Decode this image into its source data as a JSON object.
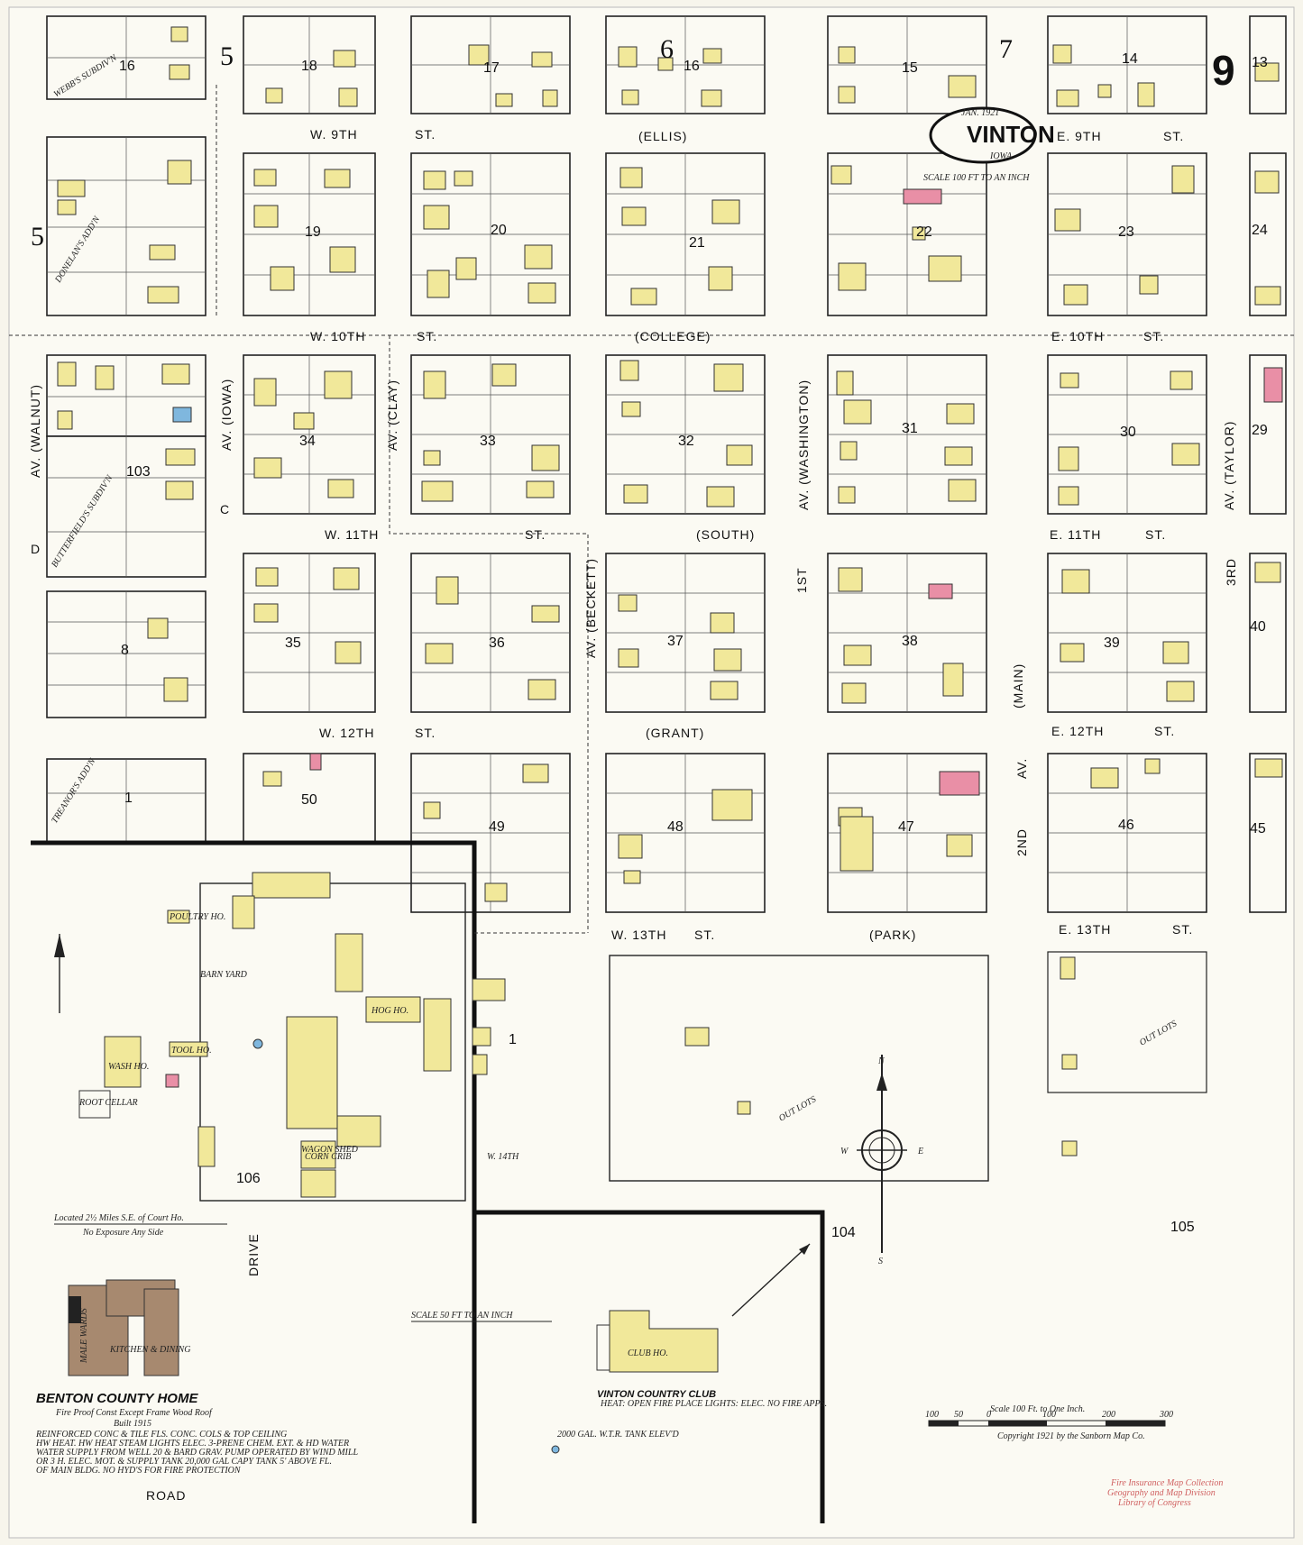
{
  "map": {
    "sheet_number": "9",
    "town": "VINTON",
    "state": "IOWA",
    "date": "JAN. 1921",
    "scale_main": "SCALE 100 FT TO AN INCH",
    "scale_inset": "SCALE 50 FT TO AN INCH",
    "scale_bar": "Scale 100 Ft. to One Inch.",
    "scale_ticks": [
      "100",
      "50",
      "0",
      "100",
      "200",
      "300"
    ],
    "copyright": "Copyright 1921 by the Sanborn Map Co.",
    "stamp": [
      "Fire Insurance Map Collection",
      "Geography and Map Division",
      "Library of Congress"
    ],
    "adjoining_sheets": [
      "5",
      "5",
      "6",
      "7"
    ],
    "compass": [
      "N",
      "S",
      "E",
      "W"
    ]
  },
  "streets": {
    "w9th": "W. 9TH",
    "st": "ST.",
    "ellis": "(ELLIS)",
    "e9th": "E. 9TH",
    "w10th": "W. 10TH",
    "college": "(COLLEGE)",
    "e10th": "E. 10TH",
    "w11th": "W. 11TH",
    "south": "(SOUTH)",
    "e11th": "E. 11TH",
    "w12th": "W. 12TH",
    "grant": "(GRANT)",
    "e12th": "E. 12TH",
    "w13th": "W. 13TH",
    "park": "(PARK)",
    "e13th": "E. 13TH",
    "w14th": "W. 14TH",
    "walnut": "AV. (WALNUT)",
    "iowa": "AV. (IOWA)",
    "clay": "AV. (CLAY)",
    "beckett": "AV. (BECKETT)",
    "washington": "AV. (WASHINGTON)",
    "taylor": "AV. (TAYLOR)",
    "main": "(MAIN)",
    "av": "AV.",
    "ave_2nd": "2ND",
    "first": "1ST",
    "third": "3RD",
    "drive": "DRIVE",
    "road": "ROAD"
  },
  "additions": {
    "webbs": "WEBB'S SUBDIV'N",
    "donelans": "DONELAN'S ADD'N",
    "butterfields": "BUTTERFIELD'S SUBDIV'N",
    "treanor": "TREANOR'S ADD'N",
    "letters_c": "C",
    "letters_d": "D"
  },
  "blocks": [
    "16",
    "18",
    "17",
    "16",
    "15",
    "14",
    "13",
    "19",
    "20",
    "21",
    "22",
    "23",
    "24",
    "34",
    "33",
    "32",
    "31",
    "30",
    "29",
    "103",
    "35",
    "36",
    "37",
    "38",
    "39",
    "40",
    "8",
    "1",
    "50",
    "49",
    "48",
    "47",
    "46",
    "45",
    "106",
    "104",
    "105",
    "1"
  ],
  "county_home": {
    "located": "Located 2½ Miles S.E. of Court Ho.",
    "exposure": "No Exposure Any Side",
    "name": "BENTON COUNTY HOME",
    "construction": "Fire Proof Const Except Frame Wood Roof",
    "built": "Built 1915",
    "notes": [
      "REINFORCED CONC & TILE FLS. CONC. COLS & TOP CEILING",
      "HW HEAT. HW HEAT STEAM LIGHTS ELEC. 3-PRENE CHEM. EXT. & HD WATER",
      "WATER SUPPLY FROM WELL 20 & BARD GRAV. PUMP OPERATED BY WIND MILL",
      "OR 3 H. ELEC. MOT. & SUPPLY TANK 20,000 GAL CAPY TANK 5' ABOVE FL.",
      "OF MAIN BLDG. NO HYD'S FOR FIRE PROTECTION"
    ],
    "labels": [
      "BARN YARD",
      "HOG HO.",
      "TOOL HO.",
      "WASH HO.",
      "POULTRY HO.",
      "ROOT CELLAR",
      "CORN CRIB",
      "WAGON SHED",
      "KITCHEN & DINING",
      "MALE WARDS"
    ]
  },
  "country_club": {
    "name": "VINTON COUNTRY CLUB",
    "building": "CLUB HO.",
    "details": "HEAT: OPEN FIRE PLACE LIGHTS: ELEC. NO FIRE APPS.",
    "tank": "2000 GAL. W.T.R. TANK ELEV'D",
    "out_lots": "OUT LOTS"
  },
  "colors": {
    "frame": "#f1e89a",
    "brick": "#e98fa6",
    "stone": "#7fb7de",
    "concrete": "#a7896f"
  }
}
